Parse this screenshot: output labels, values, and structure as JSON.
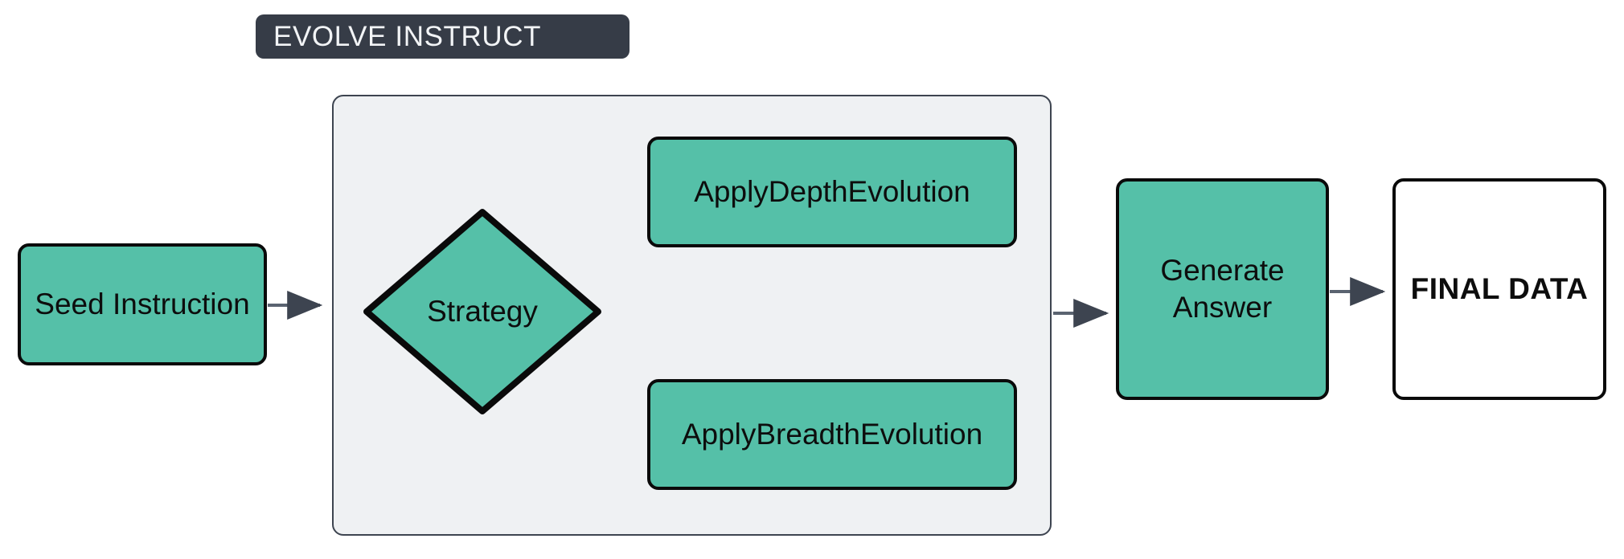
{
  "diagram": {
    "type": "flowchart",
    "direction": "left-to-right",
    "background_color": "#ffffff",
    "node_fill_color": "#55c0a8",
    "node_border_color": "#0a0a0a",
    "edge_color": "#3d4450",
    "subgraph_fill_color": "#eff1f3",
    "subgraph_title_bg_color": "#363c47",
    "subgraph_title_text_color": "#f2f4f6"
  },
  "subgraph": {
    "title": "EVOLVE INSTRUCT"
  },
  "nodes": {
    "seed": {
      "label": "Seed Instruction",
      "shape": "rounded-rect",
      "fill": "#55c0a8"
    },
    "strategy": {
      "label": "Strategy",
      "shape": "diamond",
      "fill": "#55c0a8"
    },
    "depth": {
      "label": "ApplyDepthEvolution",
      "shape": "rounded-rect",
      "fill": "#55c0a8"
    },
    "breadth": {
      "label": "ApplyBreadthEvolution",
      "shape": "rounded-rect",
      "fill": "#55c0a8"
    },
    "generate": {
      "label": "Generate\nAnswer",
      "shape": "rounded-rect",
      "fill": "#55c0a8"
    },
    "final": {
      "label": "FINAL DATA",
      "shape": "rounded-rect",
      "fill": "#ffffff"
    }
  },
  "edges": [
    {
      "from": "seed",
      "to": "strategy",
      "style": "straight-arrow"
    },
    {
      "from": "strategy",
      "to": "depth",
      "style": "curved-arrow"
    },
    {
      "from": "strategy",
      "to": "breadth",
      "style": "curved-arrow"
    },
    {
      "from": "subgraph",
      "to": "generate",
      "style": "straight-arrow"
    },
    {
      "from": "generate",
      "to": "final",
      "style": "straight-arrow"
    }
  ]
}
